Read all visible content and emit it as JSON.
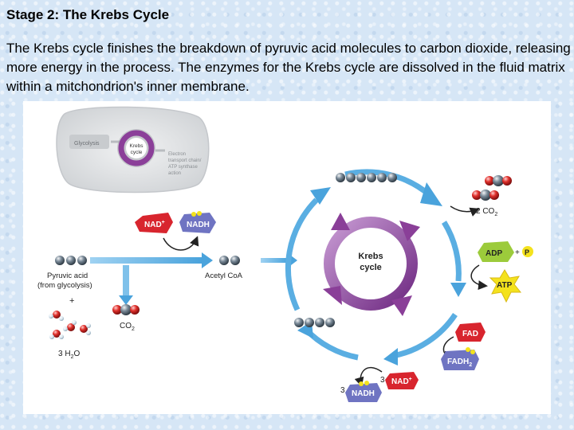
{
  "header": {
    "title": "Stage 2: The Krebs Cycle",
    "description": "The Krebs cycle finishes the breakdown of pyruvic acid molecules to carbon dioxide, releasing more energy in the process. The enzymes for the Krebs cycle are dissolved in the fluid matrix within a mitchondrion's inner membrane."
  },
  "inset": {
    "glycolysis": "Glycolysis",
    "krebs_line1": "Krebs",
    "krebs_line2": "cycle",
    "etc_line1": "Electron",
    "etc_line2": "transport chain/",
    "etc_line3": "ATP synthase",
    "etc_line4": "action"
  },
  "diagram": {
    "nad": "NAD",
    "nadh": "NADH",
    "pyruvic_line1": "Pyruvic acid",
    "pyruvic_line2": "(from glycolysis)",
    "plus": "+",
    "co2_left": "CO",
    "water_coef": "3 H",
    "water_o": "O",
    "acetyl": "Acetyl CoA",
    "cycle_line1": "Krebs",
    "cycle_line2": "cycle",
    "co2_right": "2 CO",
    "adp": "ADP",
    "p": "P",
    "atp": "ATP",
    "fad": "FAD",
    "fadh": "FADH",
    "nad3": "3",
    "nadh3": "3",
    "two": "2",
    "plus_sign": "+"
  },
  "colors": {
    "nad_red": "#d8252e",
    "nadh_blue": "#6f74c2",
    "arrow_blue": "#5aaee2",
    "cycle_purple": "#8a3f98",
    "atp_yellow": "#f4e21d",
    "adp_green": "#9ccb3b"
  }
}
